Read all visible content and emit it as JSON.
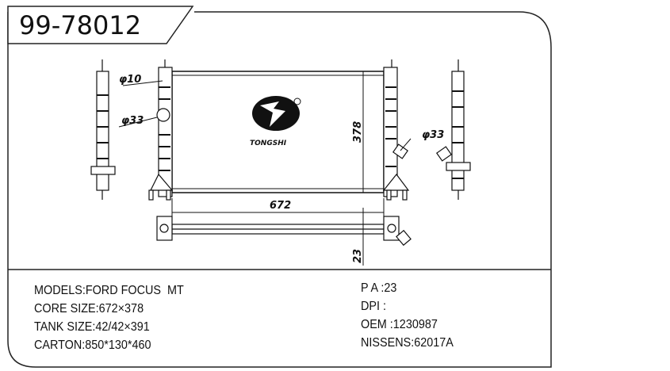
{
  "title": "99-78012",
  "logo": {
    "brand": "TONGSHI",
    "mark": "®"
  },
  "dimensions": {
    "core_width": "672",
    "core_height": "378",
    "thickness": "23",
    "inlet_diameter": "φ33",
    "outlet_diameter": "φ33",
    "vent_diameter": "φ10"
  },
  "specs_left": [
    "MODELS:FORD FOCUS  MT",
    "CORE SIZE:672×378",
    "TANK SIZE:42/42×391",
    "CARTON:850*130*460"
  ],
  "specs_right": [
    "P A :23",
    "DPI :",
    "OEM :1230987",
    "NISSENS:62017A"
  ]
}
